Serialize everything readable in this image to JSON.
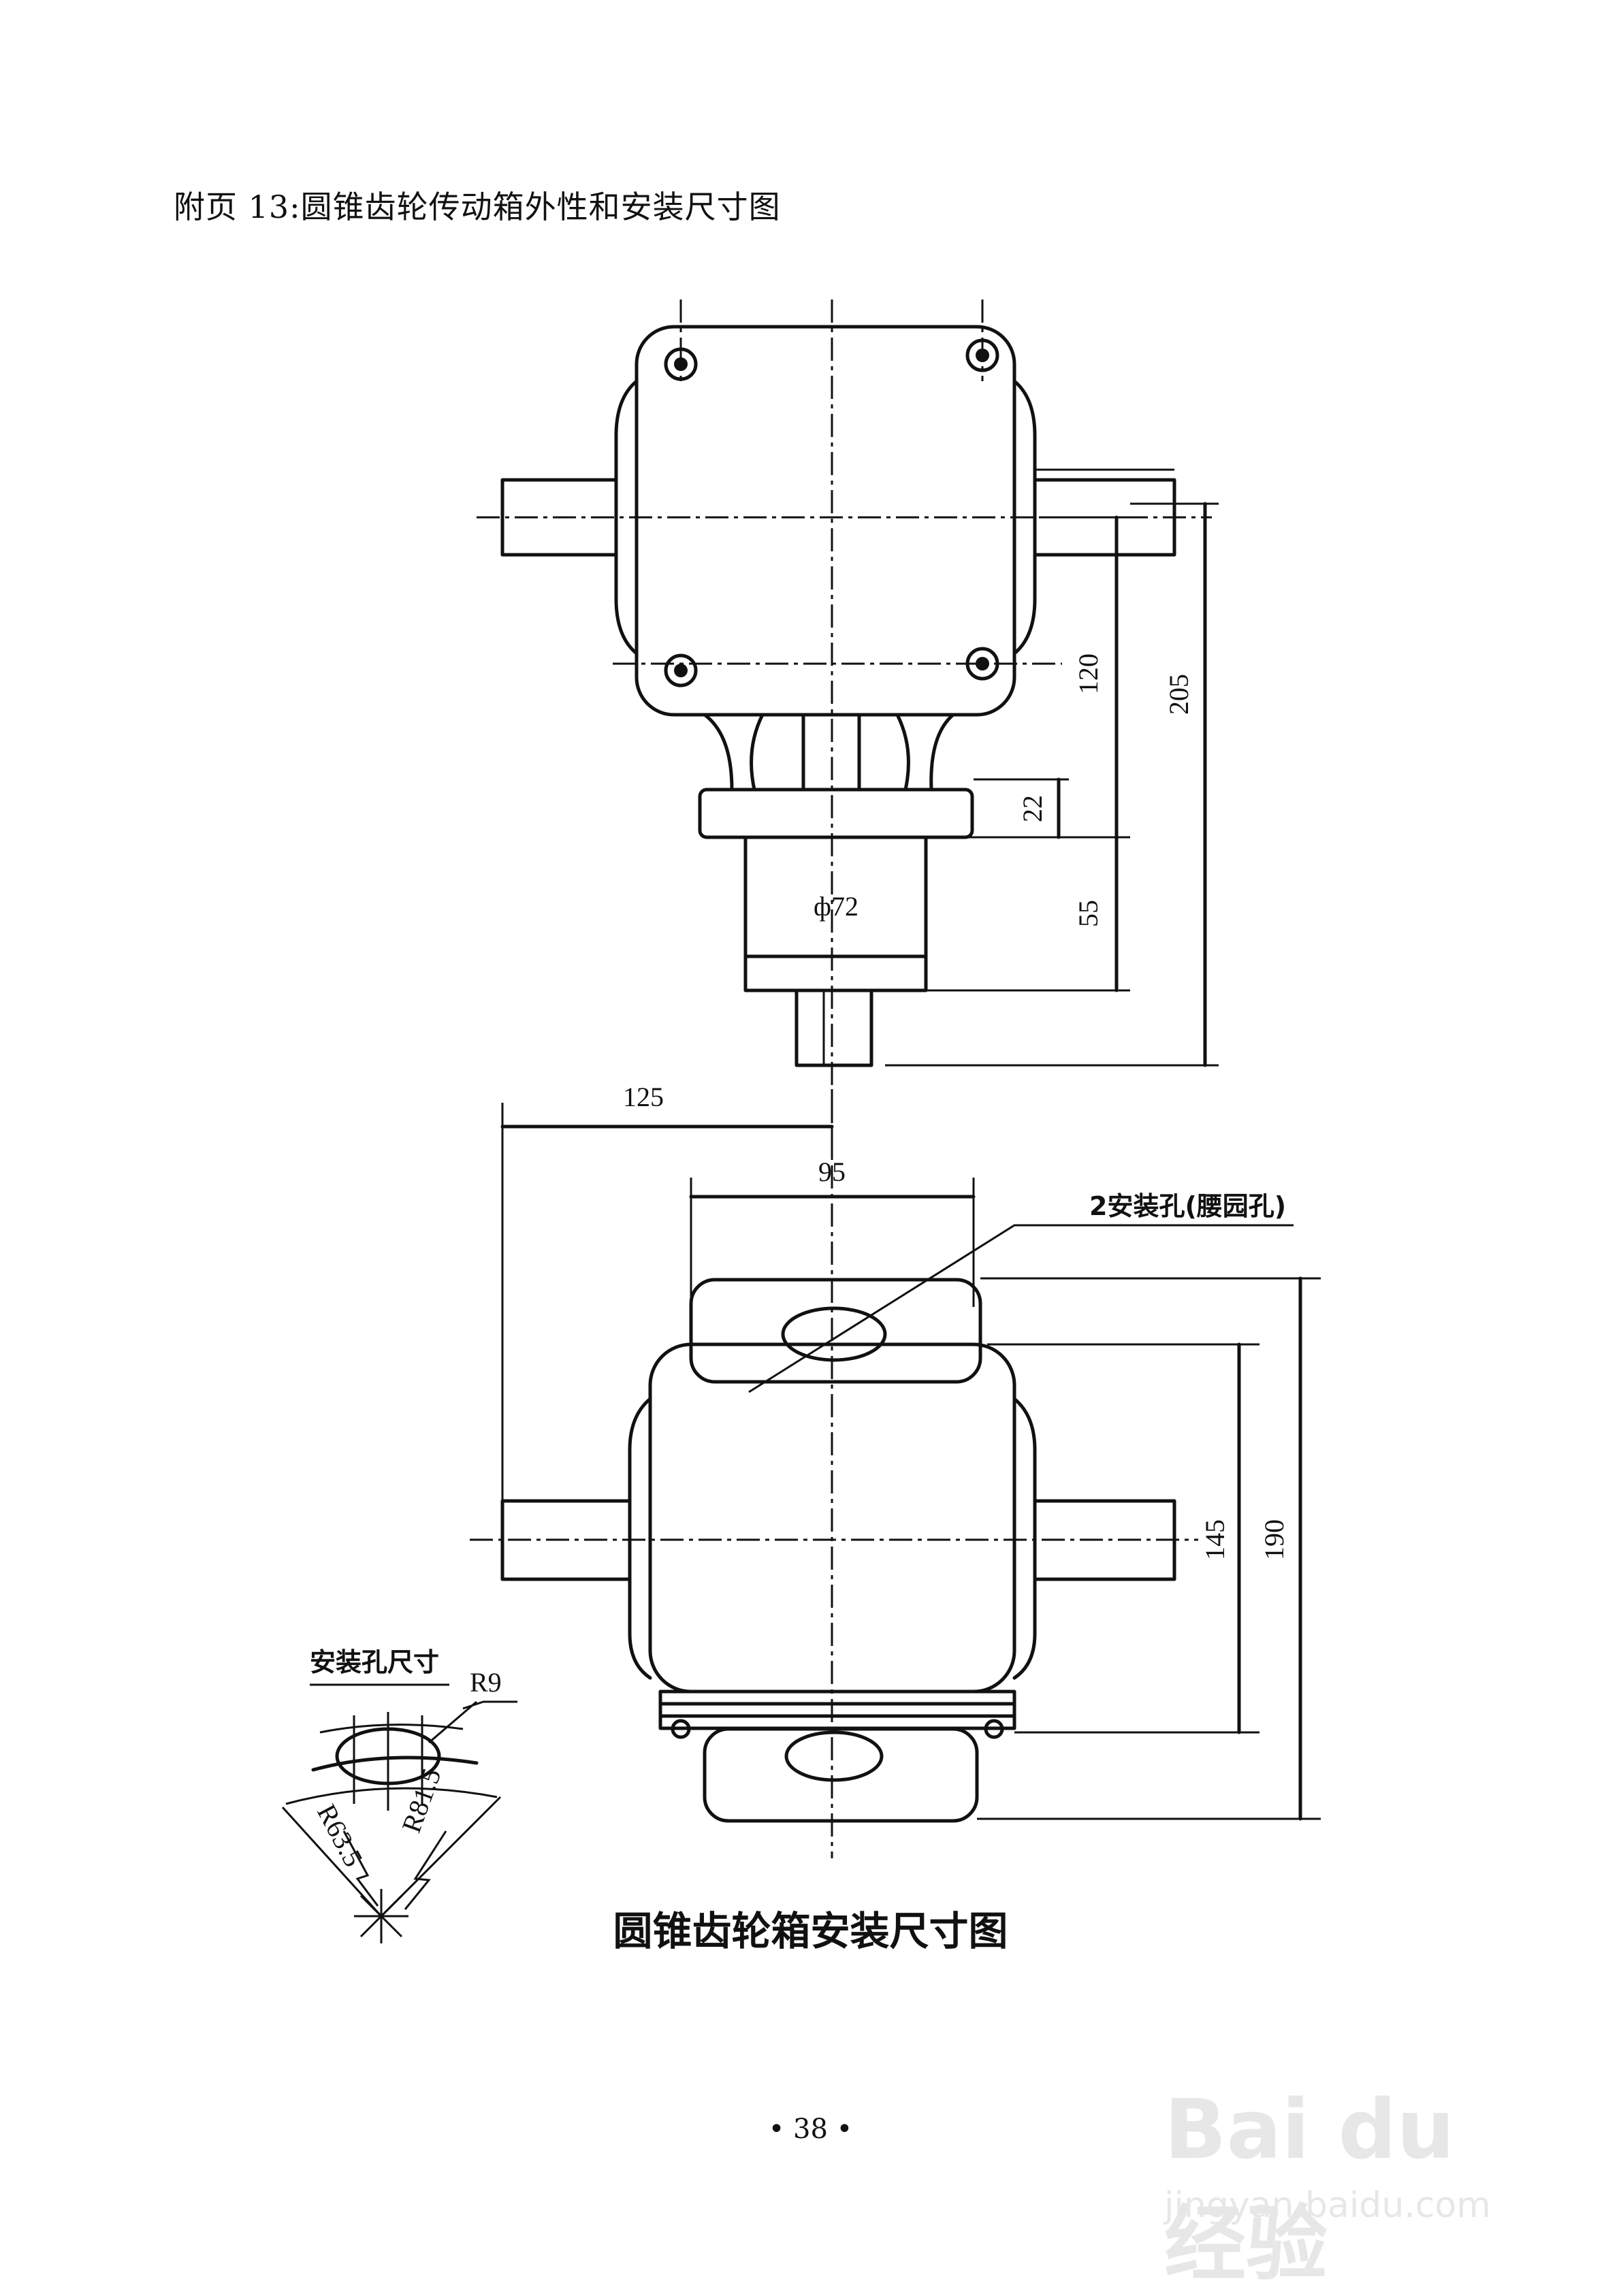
{
  "header": {
    "title": "附页 13:圆锥齿轮传动箱外性和安装尺寸图"
  },
  "drawing": {
    "top_view": {
      "dims": {
        "d120": "120",
        "d205": "205",
        "d22": "22",
        "d55": "55",
        "phi72": "ф72"
      }
    },
    "bottom_view": {
      "dims": {
        "d125": "125",
        "d95": "95",
        "d145": "145",
        "d190": "190"
      },
      "callout": "2安装孔(腰园孔)"
    },
    "detail": {
      "title": "安装孔尺寸",
      "r9": "R9",
      "r635": "R63.5",
      "r815": "R81.5"
    }
  },
  "caption": "圆锥齿轮箱安装尺寸图",
  "page_number": "• 38 •",
  "watermark": {
    "brand": "Bai du 经验",
    "url": "jingyan.baidu.com"
  }
}
